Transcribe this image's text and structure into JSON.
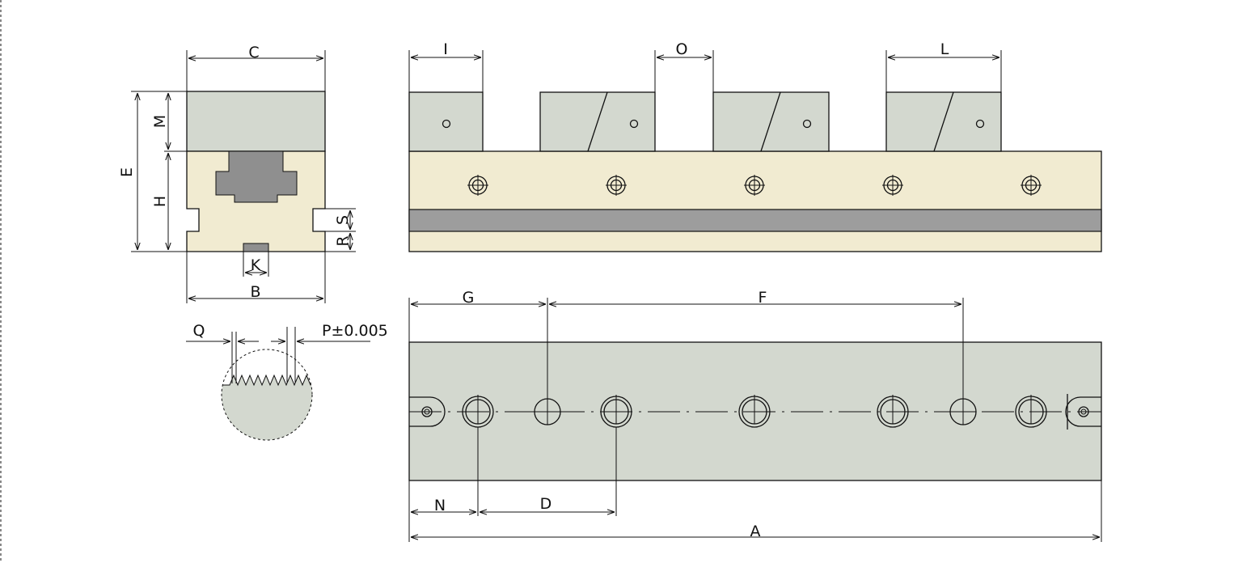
{
  "colors": {
    "jaw_gray": "#d3d8cf",
    "body_cream": "#f1ebd1",
    "rail_gray": "#9d9d9d",
    "slot_gray": "#8f8f8f",
    "line": "#111111"
  },
  "labels": {
    "A": "A",
    "B": "B",
    "C": "C",
    "D": "D",
    "E": "E",
    "F": "F",
    "G": "G",
    "H": "H",
    "I": "I",
    "K": "K",
    "L": "L",
    "M": "M",
    "N": "N",
    "O": "O",
    "Q": "Q",
    "R": "R",
    "S": "S",
    "P": "P±0.005"
  }
}
